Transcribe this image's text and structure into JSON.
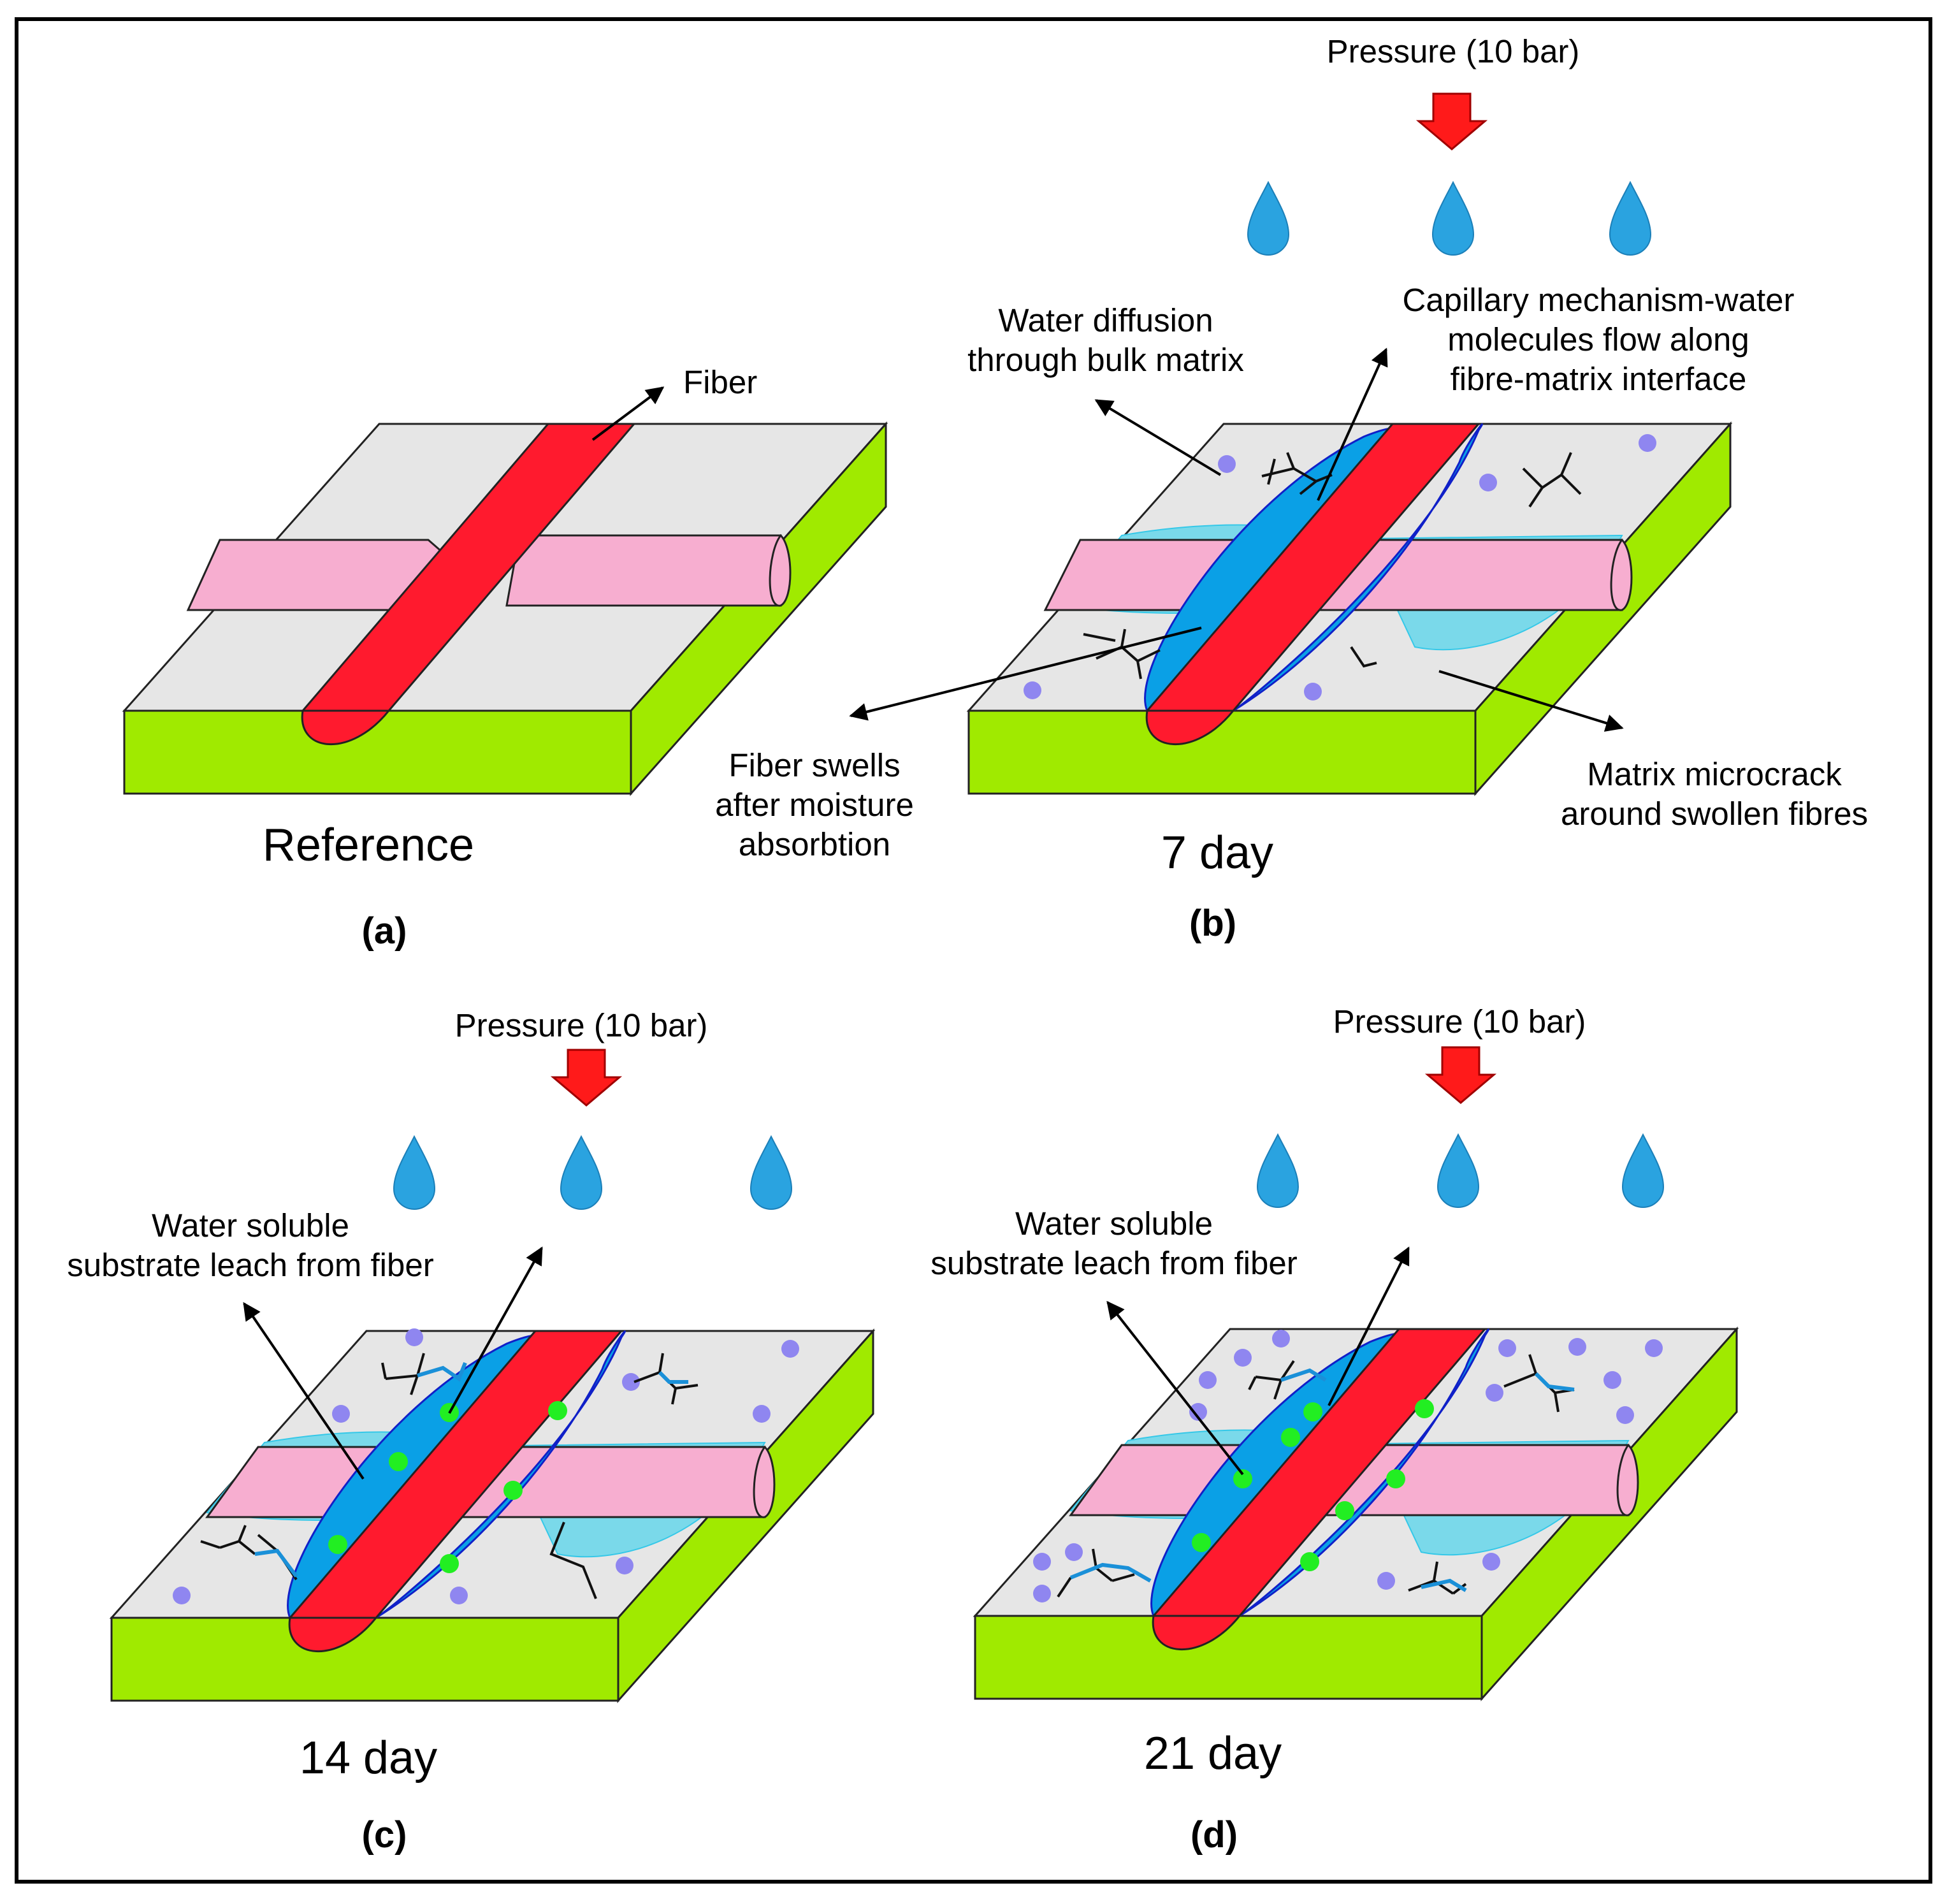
{
  "colors": {
    "matrix_top": "#e6e6e6",
    "matrix_side": "#a0ea00",
    "fiber": "#ff1a2e",
    "interface_band": "#f7aed0",
    "swollen_zone": "#0aa0e6",
    "water_zone": "#7ad9ea",
    "water_drop": "#2aa3e0",
    "pressure_arrow": "#ff1a1a",
    "water_molecule": "#8f86f0",
    "leached_substrate": "#22ee22"
  },
  "panels": {
    "a": {
      "caption": "Reference",
      "sub_label": "(a)",
      "fiber_label": "Fiber"
    },
    "b": {
      "caption": "7 day",
      "sub_label": "(b)",
      "pressure": "Pressure (10 bar)",
      "diffusion_label": [
        "Water diffusion",
        "through bulk matrix"
      ],
      "capillary_label": [
        "Capillary mechanism-water",
        "molecules flow along",
        "fibre-matrix interface"
      ],
      "swell_label": [
        "Fiber swells",
        "after moisture",
        "absorbtion"
      ],
      "microcrack_label": [
        "Matrix microcrack",
        "around swollen fibres"
      ]
    },
    "c": {
      "caption": "14 day",
      "sub_label": "(c)",
      "pressure": "Pressure (10 bar)",
      "leach_label": [
        "Water soluble",
        "substrate leach from fiber"
      ]
    },
    "d": {
      "caption": "21 day",
      "sub_label": "(d)",
      "pressure": "Pressure (10 bar)",
      "leach_label": [
        "Water soluble",
        "substrate leach from fiber"
      ]
    }
  }
}
